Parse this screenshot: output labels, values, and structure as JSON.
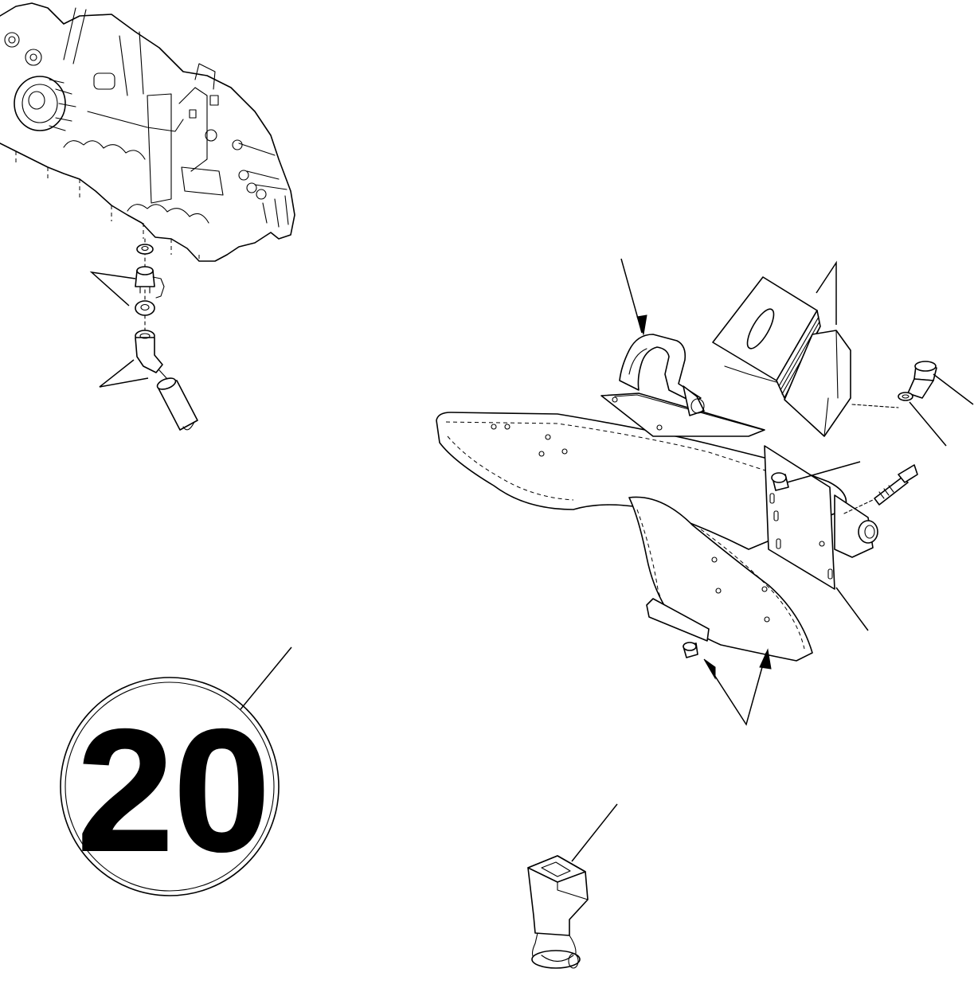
{
  "speed_sign": {
    "value": "20"
  },
  "parts": [
    {
      "id": "engine-block"
    },
    {
      "id": "drain-valve-assembly"
    },
    {
      "id": "drain-hose"
    },
    {
      "id": "speed-limit-sign"
    },
    {
      "id": "mud-guard"
    },
    {
      "id": "mounting-bracket"
    },
    {
      "id": "wheel-chock"
    },
    {
      "id": "bolt-and-washer"
    },
    {
      "id": "long-bolt"
    },
    {
      "id": "nut"
    },
    {
      "id": "tail-lamp-connector"
    }
  ],
  "colors": {
    "line": "#000000",
    "background": "#ffffff"
  }
}
